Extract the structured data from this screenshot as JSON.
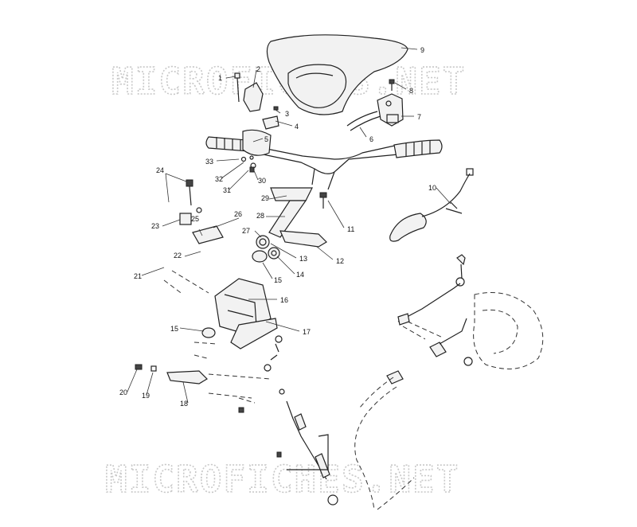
{
  "watermark": {
    "text": "MICROFICHES.NET"
  },
  "callouts": [
    {
      "id": "c1",
      "text": "1"
    },
    {
      "id": "c2",
      "text": "2"
    },
    {
      "id": "c3",
      "text": "3"
    },
    {
      "id": "c4",
      "text": "4"
    },
    {
      "id": "c5",
      "text": "5"
    },
    {
      "id": "c6",
      "text": "6"
    },
    {
      "id": "c7",
      "text": "7"
    },
    {
      "id": "c8",
      "text": "8"
    },
    {
      "id": "c9",
      "text": "9"
    },
    {
      "id": "c10",
      "text": "10"
    },
    {
      "id": "c11",
      "text": "11"
    },
    {
      "id": "c12",
      "text": "12"
    },
    {
      "id": "c13",
      "text": "13"
    },
    {
      "id": "c14",
      "text": "14"
    },
    {
      "id": "c15a",
      "text": "15"
    },
    {
      "id": "c15b",
      "text": "15"
    },
    {
      "id": "c16",
      "text": "16"
    },
    {
      "id": "c17",
      "text": "17"
    },
    {
      "id": "c18",
      "text": "18"
    },
    {
      "id": "c19",
      "text": "19"
    },
    {
      "id": "c20",
      "text": "20"
    },
    {
      "id": "c21",
      "text": "21"
    },
    {
      "id": "c22",
      "text": "22"
    },
    {
      "id": "c23",
      "text": "23"
    },
    {
      "id": "c24",
      "text": "24"
    },
    {
      "id": "c25",
      "text": "25"
    },
    {
      "id": "c26",
      "text": "26"
    },
    {
      "id": "c27",
      "text": "27"
    },
    {
      "id": "c28",
      "text": "28"
    },
    {
      "id": "c29",
      "text": "29"
    },
    {
      "id": "c30",
      "text": "30"
    },
    {
      "id": "c31",
      "text": "31"
    },
    {
      "id": "c32",
      "text": "32"
    },
    {
      "id": "c33",
      "text": "33"
    }
  ]
}
